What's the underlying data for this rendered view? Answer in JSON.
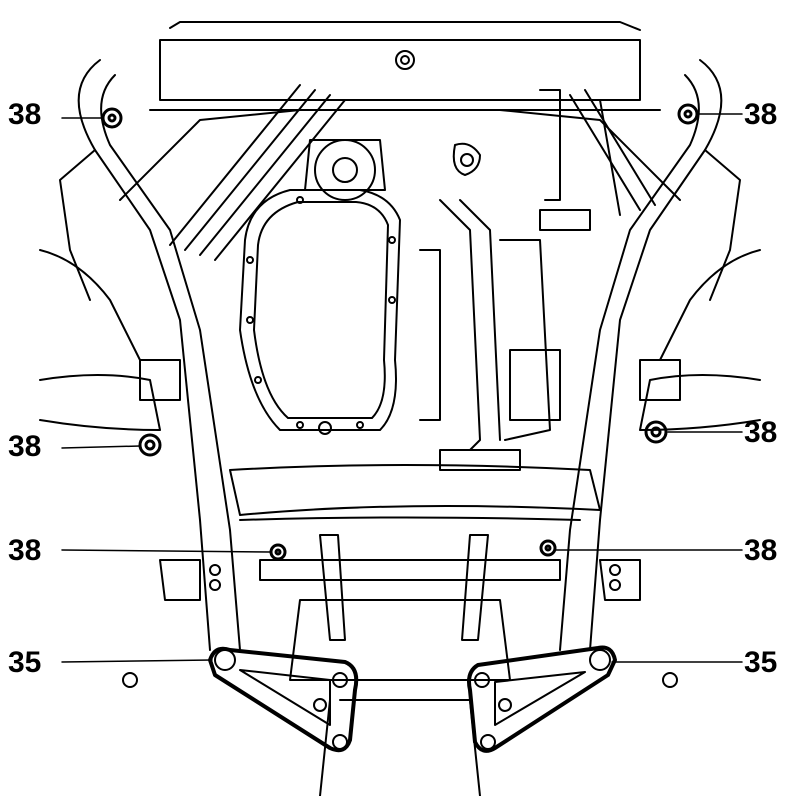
{
  "colors": {
    "ink": "#000000",
    "paper": "#ffffff"
  },
  "callouts": {
    "top_left": "38",
    "top_right": "38",
    "mid_left": "38",
    "mid_right": "38",
    "lower_left": "38",
    "lower_right": "38",
    "brace_left": "35",
    "brace_right": "35"
  }
}
